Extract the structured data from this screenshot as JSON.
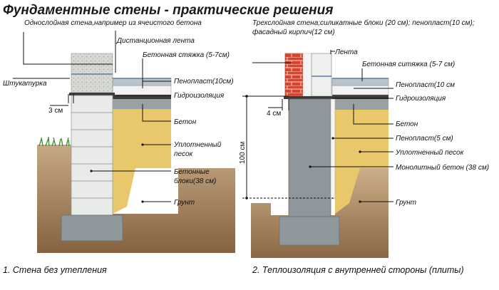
{
  "title": "Фундаментные стены - практические решения",
  "left": {
    "header": "Однослойная стена,например из ячеистого бетона",
    "labels": {
      "tape": "Дистанционная лента",
      "screed": "Бетонная стяжка (5-7см)",
      "plaster": "Штукатурка",
      "foam": "Пенопласт(10см)",
      "waterproof": "Гидроизоляция",
      "concrete": "Бетон",
      "sand_1": "Уплотненный",
      "sand_2": "песок",
      "blocks_1": "Бетонные",
      "blocks_2": "блоки(38 см)",
      "soil": "Грунт",
      "dim_3cm": "3 см"
    },
    "caption": "1. Стена без утепления"
  },
  "right": {
    "header_1": "Трехслойная стена;силикатные блоки (20 см); пенопласт(10 см);",
    "header_2": "фасадный кирпич(12 см)",
    "labels": {
      "tape": "Лента",
      "screed": "Бетонная ситяжка (5-7 см)",
      "foam10": "Пенопласт(10 см",
      "waterproof": "Гидроизоляция",
      "concrete": "Бетон",
      "foam5": "Пенопласт(5 см)",
      "sand": "Уплотненный песок",
      "monolith": "Монолитный бетон (38 см)",
      "soil": "Грунт",
      "dim_4cm": "4 см",
      "dim_100cm": "100 см"
    },
    "caption": "2. Теплоизоляция с внутренней стороны (плиты)"
  },
  "colors": {
    "sand": "#e8c86a",
    "soil": "#a9835a",
    "block": "#e9ebe8",
    "concrete": "#8f979c",
    "brick": "#d9432b",
    "foam": "#f2f2f2",
    "grass": "#3f8a2a"
  }
}
